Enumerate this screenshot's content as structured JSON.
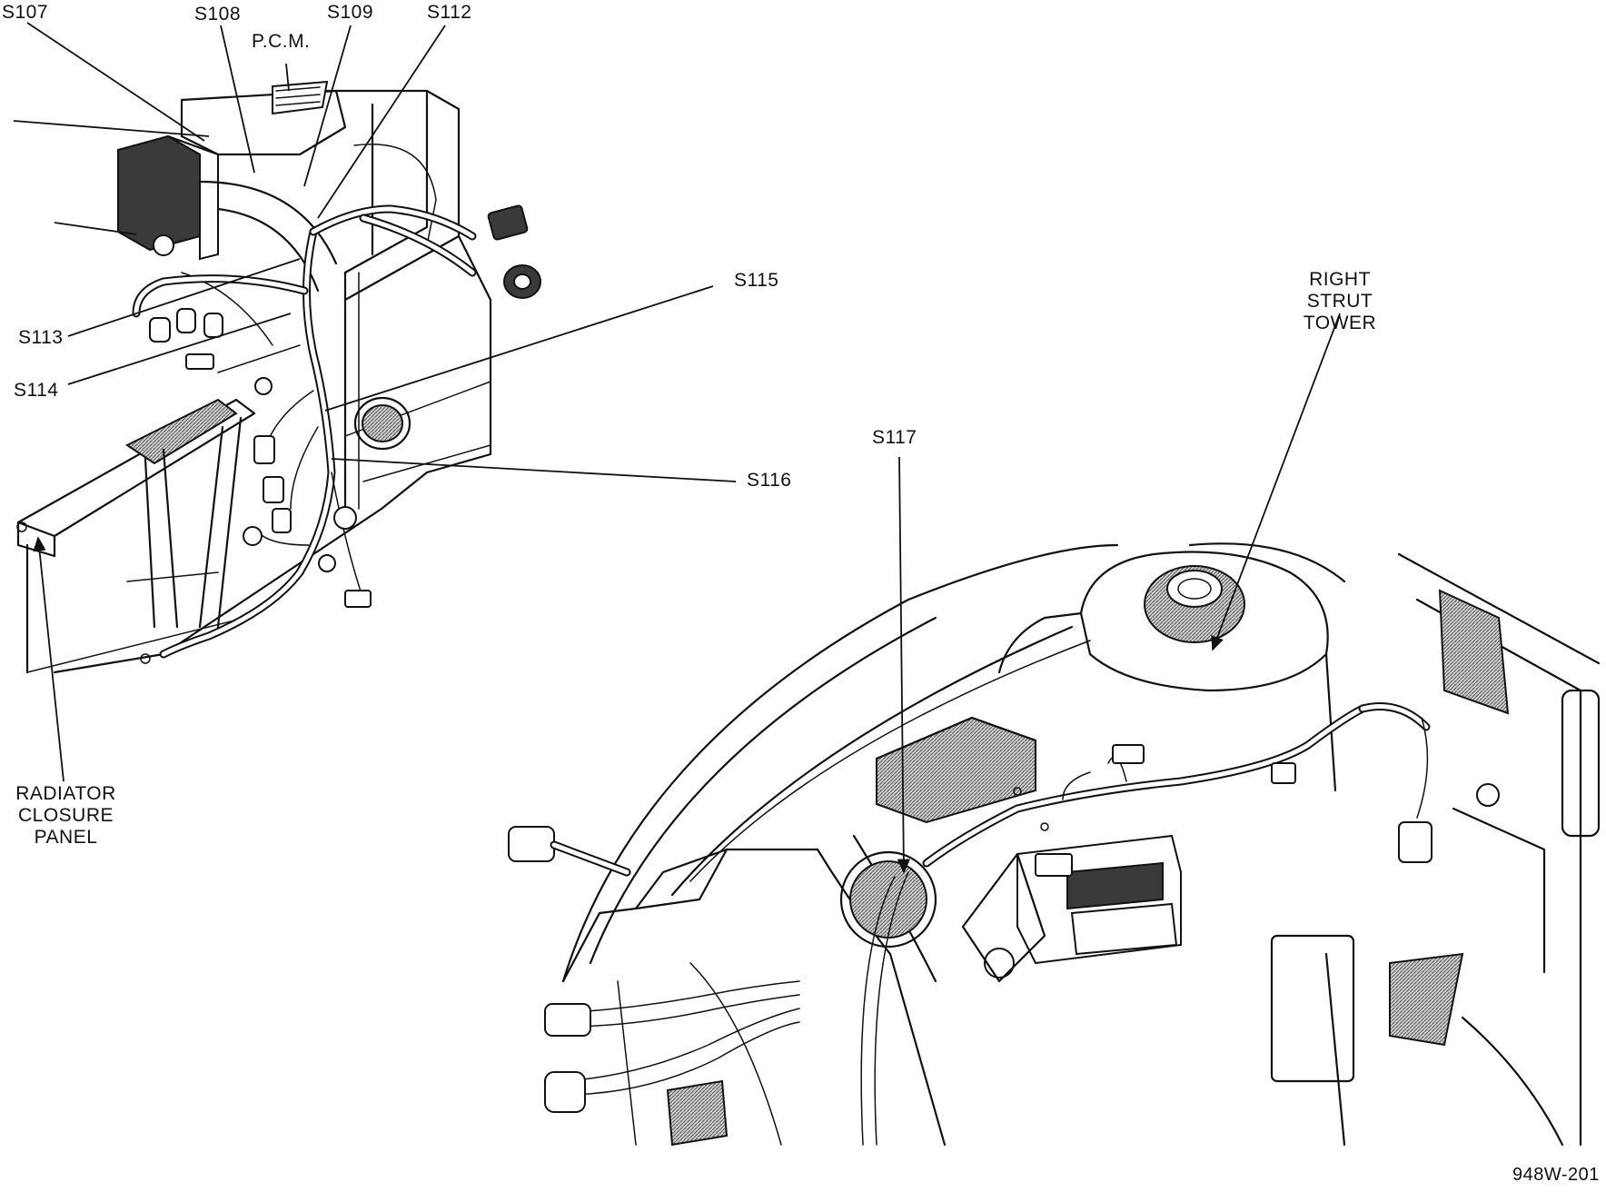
{
  "diagram_code": "948W-201",
  "labels": {
    "s107": "S107",
    "s108": "S108",
    "pcm": "P.C.M.",
    "s109": "S109",
    "s112": "S112",
    "s113": "S113",
    "s114": "S114",
    "s115": "S115",
    "s116": "S116",
    "s117": "S117",
    "radiator_closure_panel": "RADIATOR CLOSURE PANEL",
    "right_strut_tower": "RIGHT STRUT TOWER"
  }
}
